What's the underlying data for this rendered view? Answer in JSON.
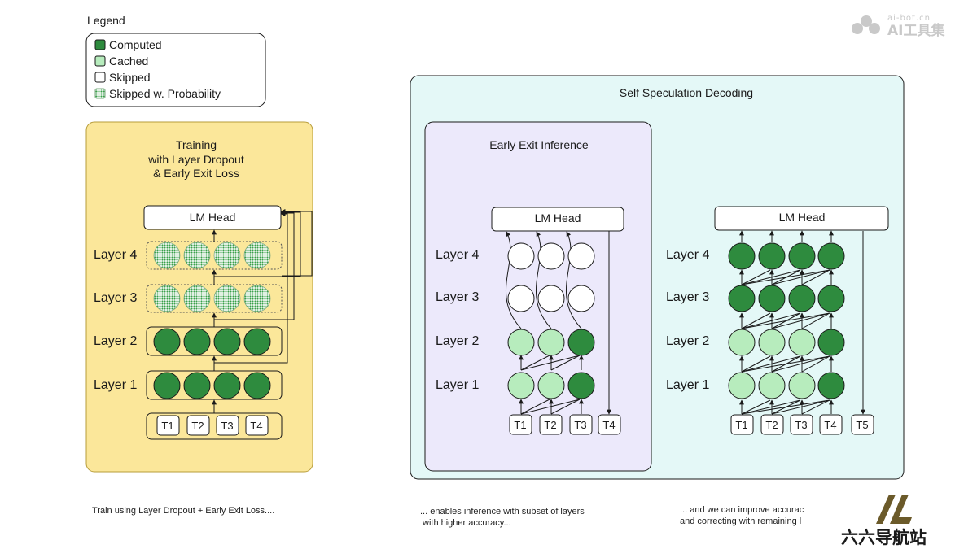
{
  "legend": {
    "title": "Legend",
    "items": [
      {
        "label": "Computed"
      },
      {
        "label": "Cached"
      },
      {
        "label": "Skipped"
      },
      {
        "label": "Skipped w. Probability"
      }
    ]
  },
  "colors": {
    "computed": "#2e8b3e",
    "cached": "#b7ecbd",
    "skipped": "#ffffff",
    "training_bg": "#fbe79a",
    "self_spec_bg": "#e4f8f7",
    "early_exit_bg": "#ece9fb"
  },
  "training": {
    "title_lines": [
      "Training",
      "with Layer Dropout",
      "& Early Exit Loss"
    ],
    "lm_head": "LM Head",
    "layers": [
      "Layer 4",
      "Layer 3",
      "Layer 2",
      "Layer 1"
    ],
    "tokens": [
      "T1",
      "T2",
      "T3",
      "T4"
    ],
    "caption": "Train using Layer Dropout + Early Exit Loss...."
  },
  "self_speculation": {
    "title": "Self Speculation Decoding",
    "early_exit": {
      "title": "Early Exit Inference",
      "lm_head": "LM Head",
      "layers": [
        "Layer 4",
        "Layer 3",
        "Layer 2",
        "Layer 1"
      ],
      "tokens": [
        "T1",
        "T2",
        "T3",
        "T4"
      ]
    },
    "verify": {
      "lm_head": "LM Head",
      "layers": [
        "Layer 4",
        "Layer 3",
        "Layer 2",
        "Layer 1"
      ],
      "tokens": [
        "T1",
        "T2",
        "T3",
        "T4",
        "T5"
      ]
    }
  },
  "captions": {
    "middle_line1": "... enables inference with subset of layers",
    "middle_line2": "with higher accuracy...",
    "right_line1": "... and we can improve accurac",
    "right_line2": "and correcting with remaining l"
  },
  "watermarks": {
    "top_right_small": "ai-bot.cn",
    "top_right_large": "AI工具集",
    "bottom_right": "六六导航站"
  }
}
